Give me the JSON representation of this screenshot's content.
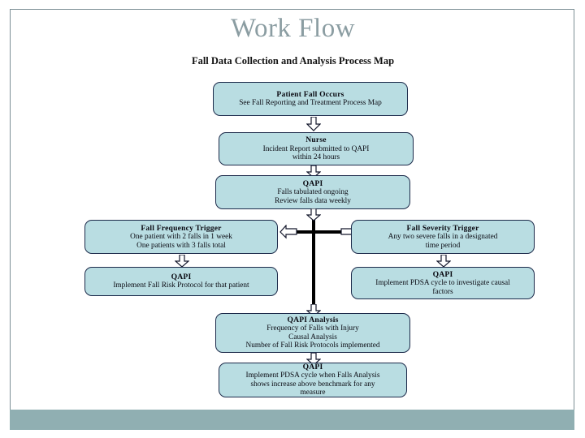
{
  "slide": {
    "title": "Work Flow",
    "subtitle": "Fall Data Collection and Analysis Process Map",
    "title_color": "#8b9da2",
    "box_fill": "#b9dde2",
    "box_border": "#1c2a4a",
    "accent_bar_color": "#90afb2",
    "slide_border_color": "#7c8f95"
  },
  "diagram": {
    "name": "fall-data-collection-and-analysis-process-map",
    "type": "flowchart",
    "nodes": [
      {
        "id": "patient-fall-occurs",
        "heading": "Patient Fall Occurs",
        "lines": [
          "See Fall Reporting and Treatment Process Map"
        ]
      },
      {
        "id": "nurse-incident-report",
        "heading": "Nurse",
        "lines": [
          "Incident Report submitted to QAPI",
          "within 24 hours"
        ]
      },
      {
        "id": "qapi-falls-tabulated",
        "heading": "QAPI",
        "lines": [
          "Falls tabulated ongoing",
          "Review falls data weekly"
        ]
      },
      {
        "id": "fall-frequency-trigger",
        "heading": "Fall Frequency Trigger",
        "lines": [
          "One patient with 2 falls in 1 week",
          "One patients with 3 falls total"
        ]
      },
      {
        "id": "fall-severity-trigger",
        "heading": "Fall Severity Trigger",
        "lines": [
          "Any two severe falls in a designated",
          "time period"
        ]
      },
      {
        "id": "qapi-fall-risk-protocol",
        "heading": "QAPI",
        "lines": [
          "Implement Fall Risk Protocol for that patient"
        ]
      },
      {
        "id": "qapi-pdsa-causal-factors",
        "heading": "QAPI",
        "lines": [
          "Implement PDSA cycle to investigate causal",
          "factors"
        ]
      },
      {
        "id": "qapi-analysis",
        "heading": "QAPI Analysis",
        "lines": [
          "Frequency of Falls with Injury",
          "Causal Analysis",
          "Number of Fall Risk Protocols implemented"
        ]
      },
      {
        "id": "qapi-pdsa-benchmark",
        "heading": "QAPI",
        "lines": [
          "Implement PDSA cycle when Falls Analysis",
          "shows increase above benchmark for any",
          "measure"
        ]
      }
    ],
    "connectors": [
      {
        "id": "arrow-fall-to-nurse",
        "direction": "down"
      },
      {
        "id": "arrow-nurse-to-qapi",
        "direction": "down"
      },
      {
        "id": "arrow-qapi-to-junction",
        "direction": "down"
      },
      {
        "id": "arrow-junction-to-frequency-trigger",
        "direction": "left"
      },
      {
        "id": "arrow-junction-to-severity-trigger",
        "direction": "right"
      },
      {
        "id": "arrow-frequency-to-protocol",
        "direction": "down"
      },
      {
        "id": "arrow-severity-to-pdsa",
        "direction": "down"
      },
      {
        "id": "arrow-junction-to-analysis",
        "direction": "down"
      },
      {
        "id": "arrow-analysis-to-pdsa-benchmark",
        "direction": "down"
      }
    ]
  }
}
